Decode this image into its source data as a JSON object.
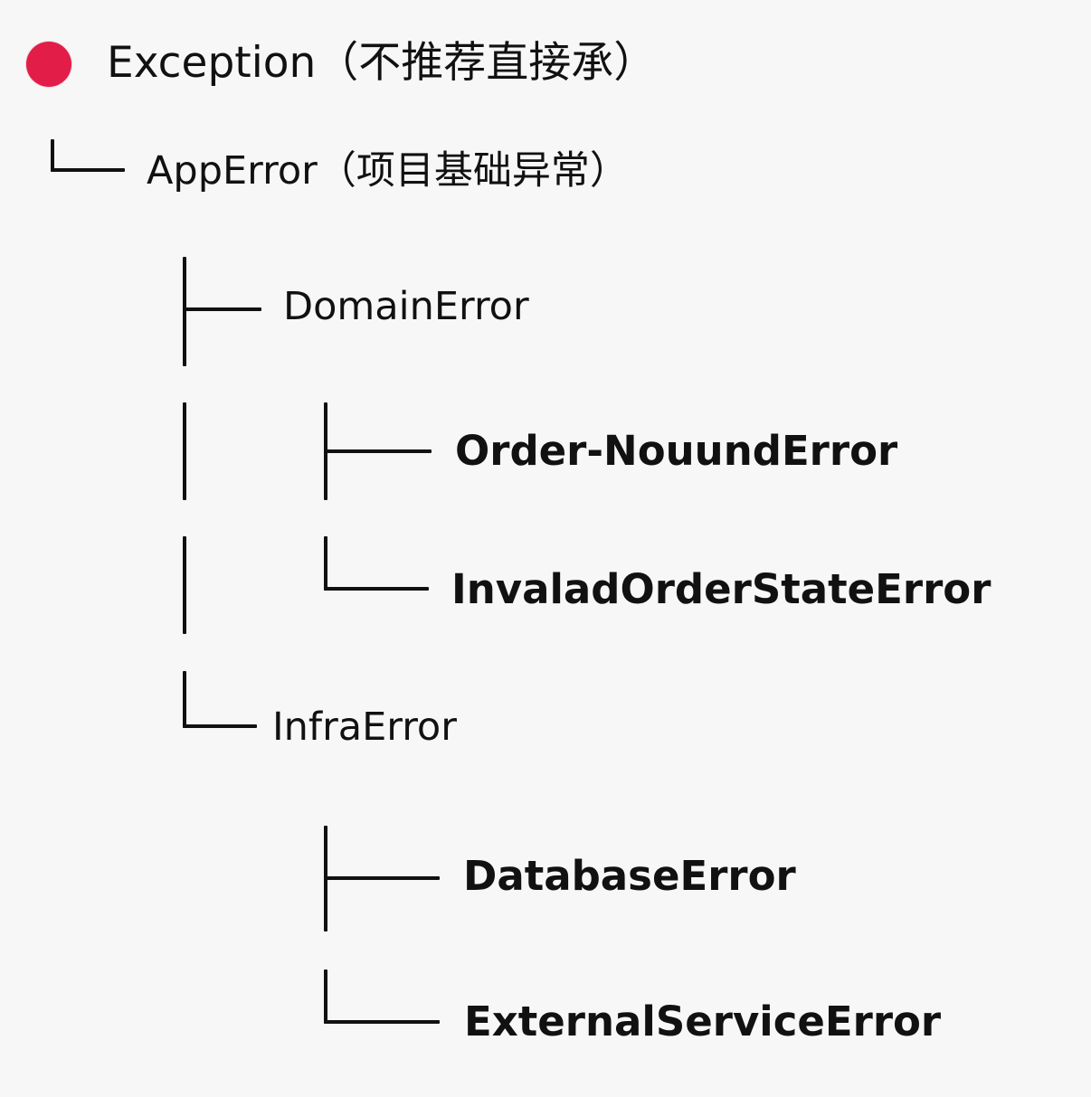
{
  "root": {
    "marker_color": "#e11d48",
    "label": "Exception（不推荐直接承）"
  },
  "tree": {
    "app_error": "AppError（项目基础异常）",
    "domain_error": "DomainError",
    "order_not_found_error": "Order-NouundError",
    "invalid_order_state_error": "InvaladOrderStateError",
    "infra_error": "InfraError",
    "database_error": "DatabaseError",
    "external_service_error": "ExternalServiceError"
  }
}
